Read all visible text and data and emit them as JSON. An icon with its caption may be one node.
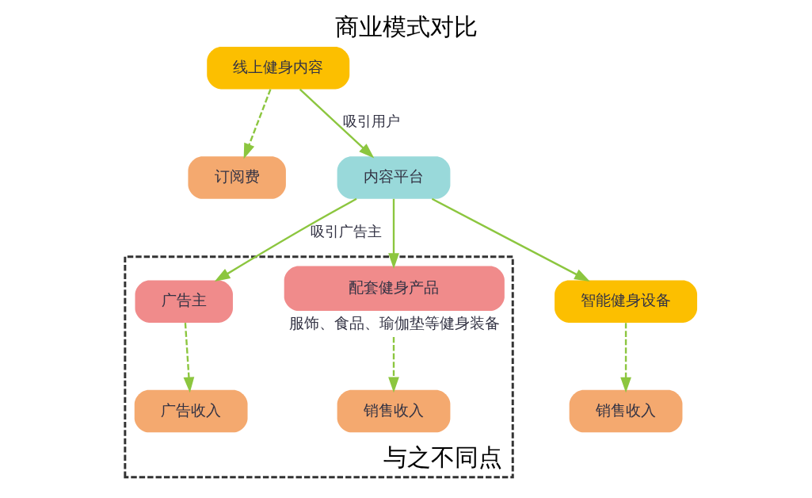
{
  "diagram": {
    "title": "商业模式对比",
    "nodes": [
      {
        "text": [
          "订阅费"
        ]
      },
      {
        "text": [
          "线上健身内容"
        ]
      },
      {
        "text": [
          "内容平台"
        ]
      },
      {
        "text": [
          "与之不同点"
        ]
      },
      {
        "text": [
          "广告收入"
        ],
        "in": 3
      },
      {
        "text": [
          "广告主"
        ],
        "in": 3
      },
      {
        "text": [
          "配套健身产品"
        ],
        "in": 3,
        "beside": [
          "服饰、食品、瑜伽垫等健身装备"
        ]
      },
      {
        "text": [
          "销售收入"
        ],
        "in": 3
      },
      {
        "text": [
          "智能健身设备"
        ]
      },
      {
        "text": [
          "销售收入"
        ]
      }
    ],
    "edges": [
      {
        "from": 1,
        "to": 0,
        "arrow": "to",
        "style": "dashed"
      },
      {
        "from": 1,
        "to": 2,
        "arrow": "to",
        "label": "吸引用户"
      },
      {
        "from": 2,
        "to": 5,
        "arrow": "to",
        "label": "吸引广告主"
      },
      {
        "from": 5,
        "to": 4,
        "arrow": "to",
        "style": "dashed"
      },
      {
        "from": 2,
        "to": 8,
        "arrow": "to"
      },
      {
        "from": 2,
        "to": 6,
        "arrow": "to"
      },
      {
        "from": 6,
        "to": 7,
        "arrow": "to",
        "style": "dashed"
      },
      {
        "from": 8,
        "to": 9,
        "arrow": "to",
        "style": "dashed"
      }
    ]
  }
}
